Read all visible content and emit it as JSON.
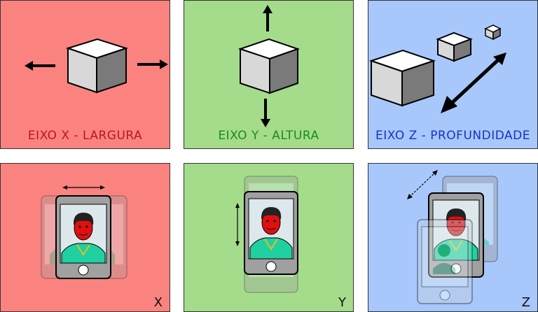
{
  "colors": {
    "x": "#fa8380",
    "y": "#a4dc8b",
    "z": "#a8c8fc",
    "x_text": "#c0141c",
    "y_text": "#1a8c1a",
    "z_text": "#1632c8"
  },
  "top_row": [
    {
      "caption": "EIXO X - LARGURA"
    },
    {
      "caption": "EIXO Y - ALTURA"
    },
    {
      "caption": "EIXO Z - PROFUNDIDADE"
    }
  ],
  "bottom_row": [
    {
      "label": "X"
    },
    {
      "label": "Y"
    },
    {
      "label": "Z"
    }
  ],
  "icons": [
    "cube-icon",
    "arrow-icon",
    "phone-icon",
    "person-icon"
  ]
}
